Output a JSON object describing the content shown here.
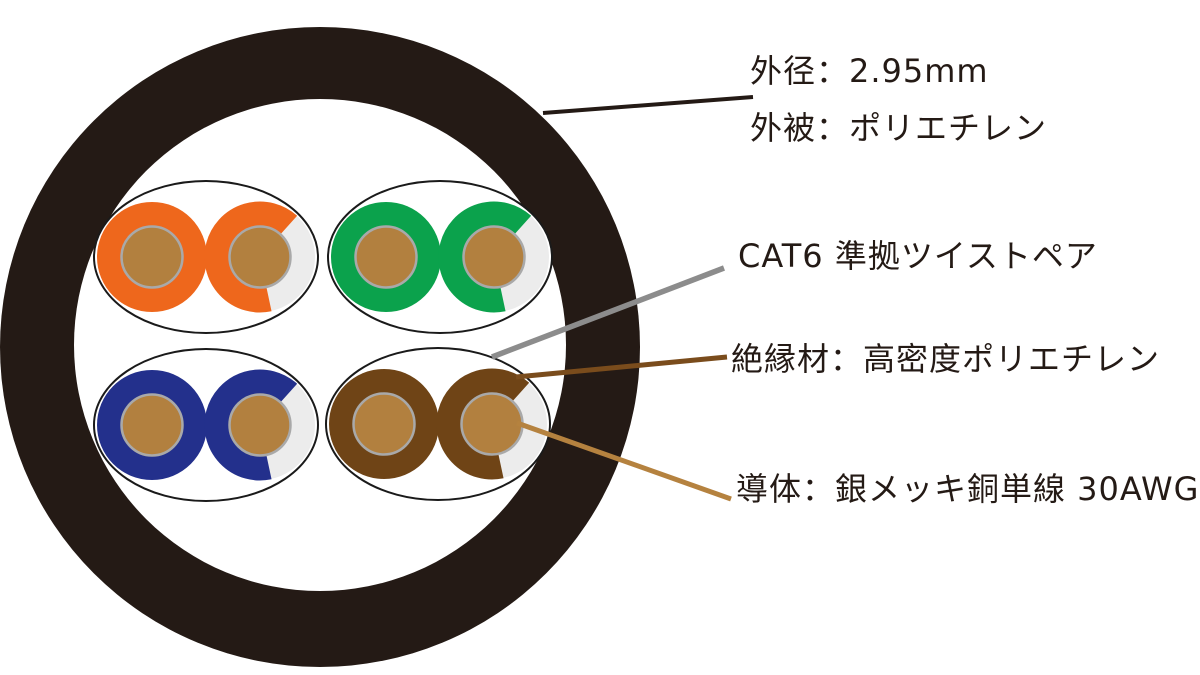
{
  "diagram": {
    "type": "cable-cross-section",
    "labels": {
      "outer_diameter": "外径：2.95mm",
      "jacket_material": "外被：ポリエチレン",
      "twisted_pair": "CAT6 準拠ツイストペア",
      "insulation": "絶縁材：高密度ポリエチレン",
      "conductor": "導体：銀メッキ銅単線 30AWG"
    },
    "colors": {
      "jacket": "#241a15",
      "inner_background": "#ffffff",
      "stripe_wire_base": "#ececec",
      "copper": "#b2803f",
      "copper_outline": "#a9a9a9",
      "pair_outline": "#1a1a1a",
      "text": "#241a15",
      "leader_outer": "#241a15",
      "leader_twisted_pair": "#8c8c8c",
      "leader_insulation": "#7a4c1c",
      "leader_conductor": "#b5823f"
    },
    "pairs": [
      {
        "name": "orange",
        "color": "#ee671c"
      },
      {
        "name": "green",
        "color": "#0ba24c"
      },
      {
        "name": "blue",
        "color": "#23308c"
      },
      {
        "name": "brown",
        "color": "#6f4416"
      }
    ]
  }
}
